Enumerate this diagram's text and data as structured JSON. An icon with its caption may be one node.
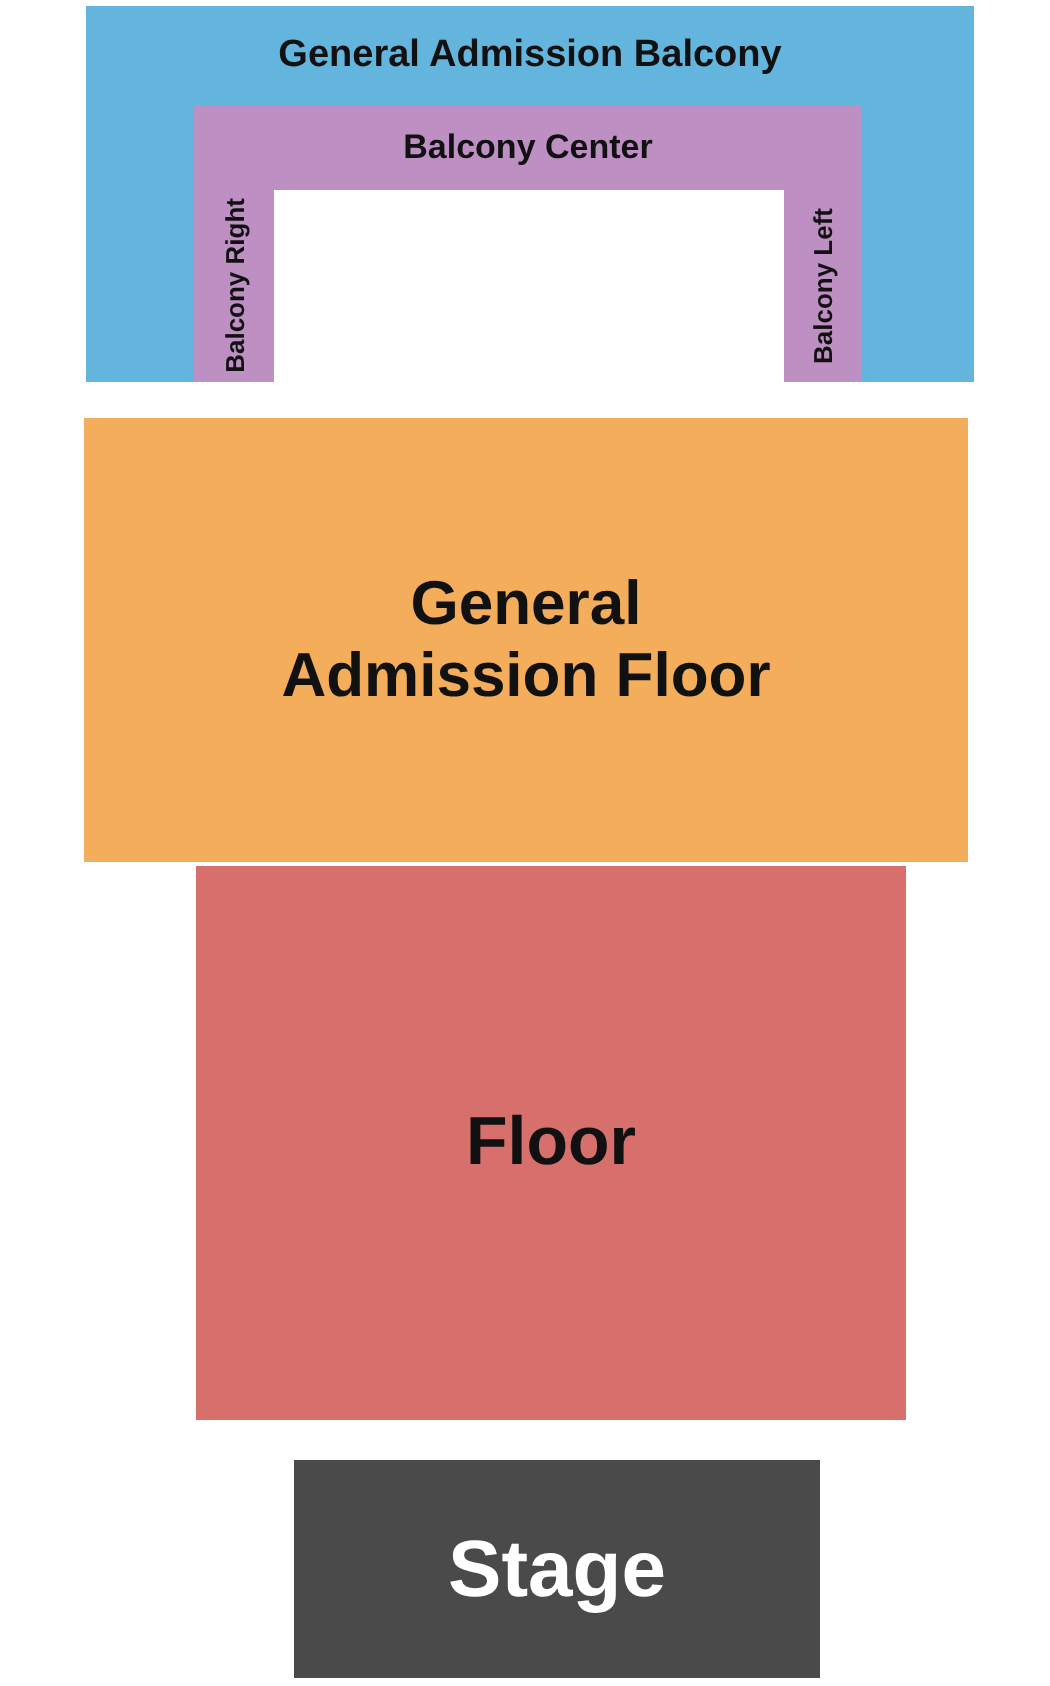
{
  "diagram": {
    "nodes": [
      {
        "text": [
          "General Admission Balcony"
        ]
      },
      {
        "text": [
          "Balcony Center"
        ],
        "in": 0
      },
      {
        "text": [
          "Balcony Right"
        ],
        "in": 0
      },
      {
        "text": [
          "Balcony Left"
        ],
        "in": 0
      },
      {
        "text": [
          "General Admission Floor"
        ]
      },
      {
        "text": [
          "Floor"
        ]
      },
      {
        "text": [
          "Stage"
        ]
      }
    ]
  }
}
